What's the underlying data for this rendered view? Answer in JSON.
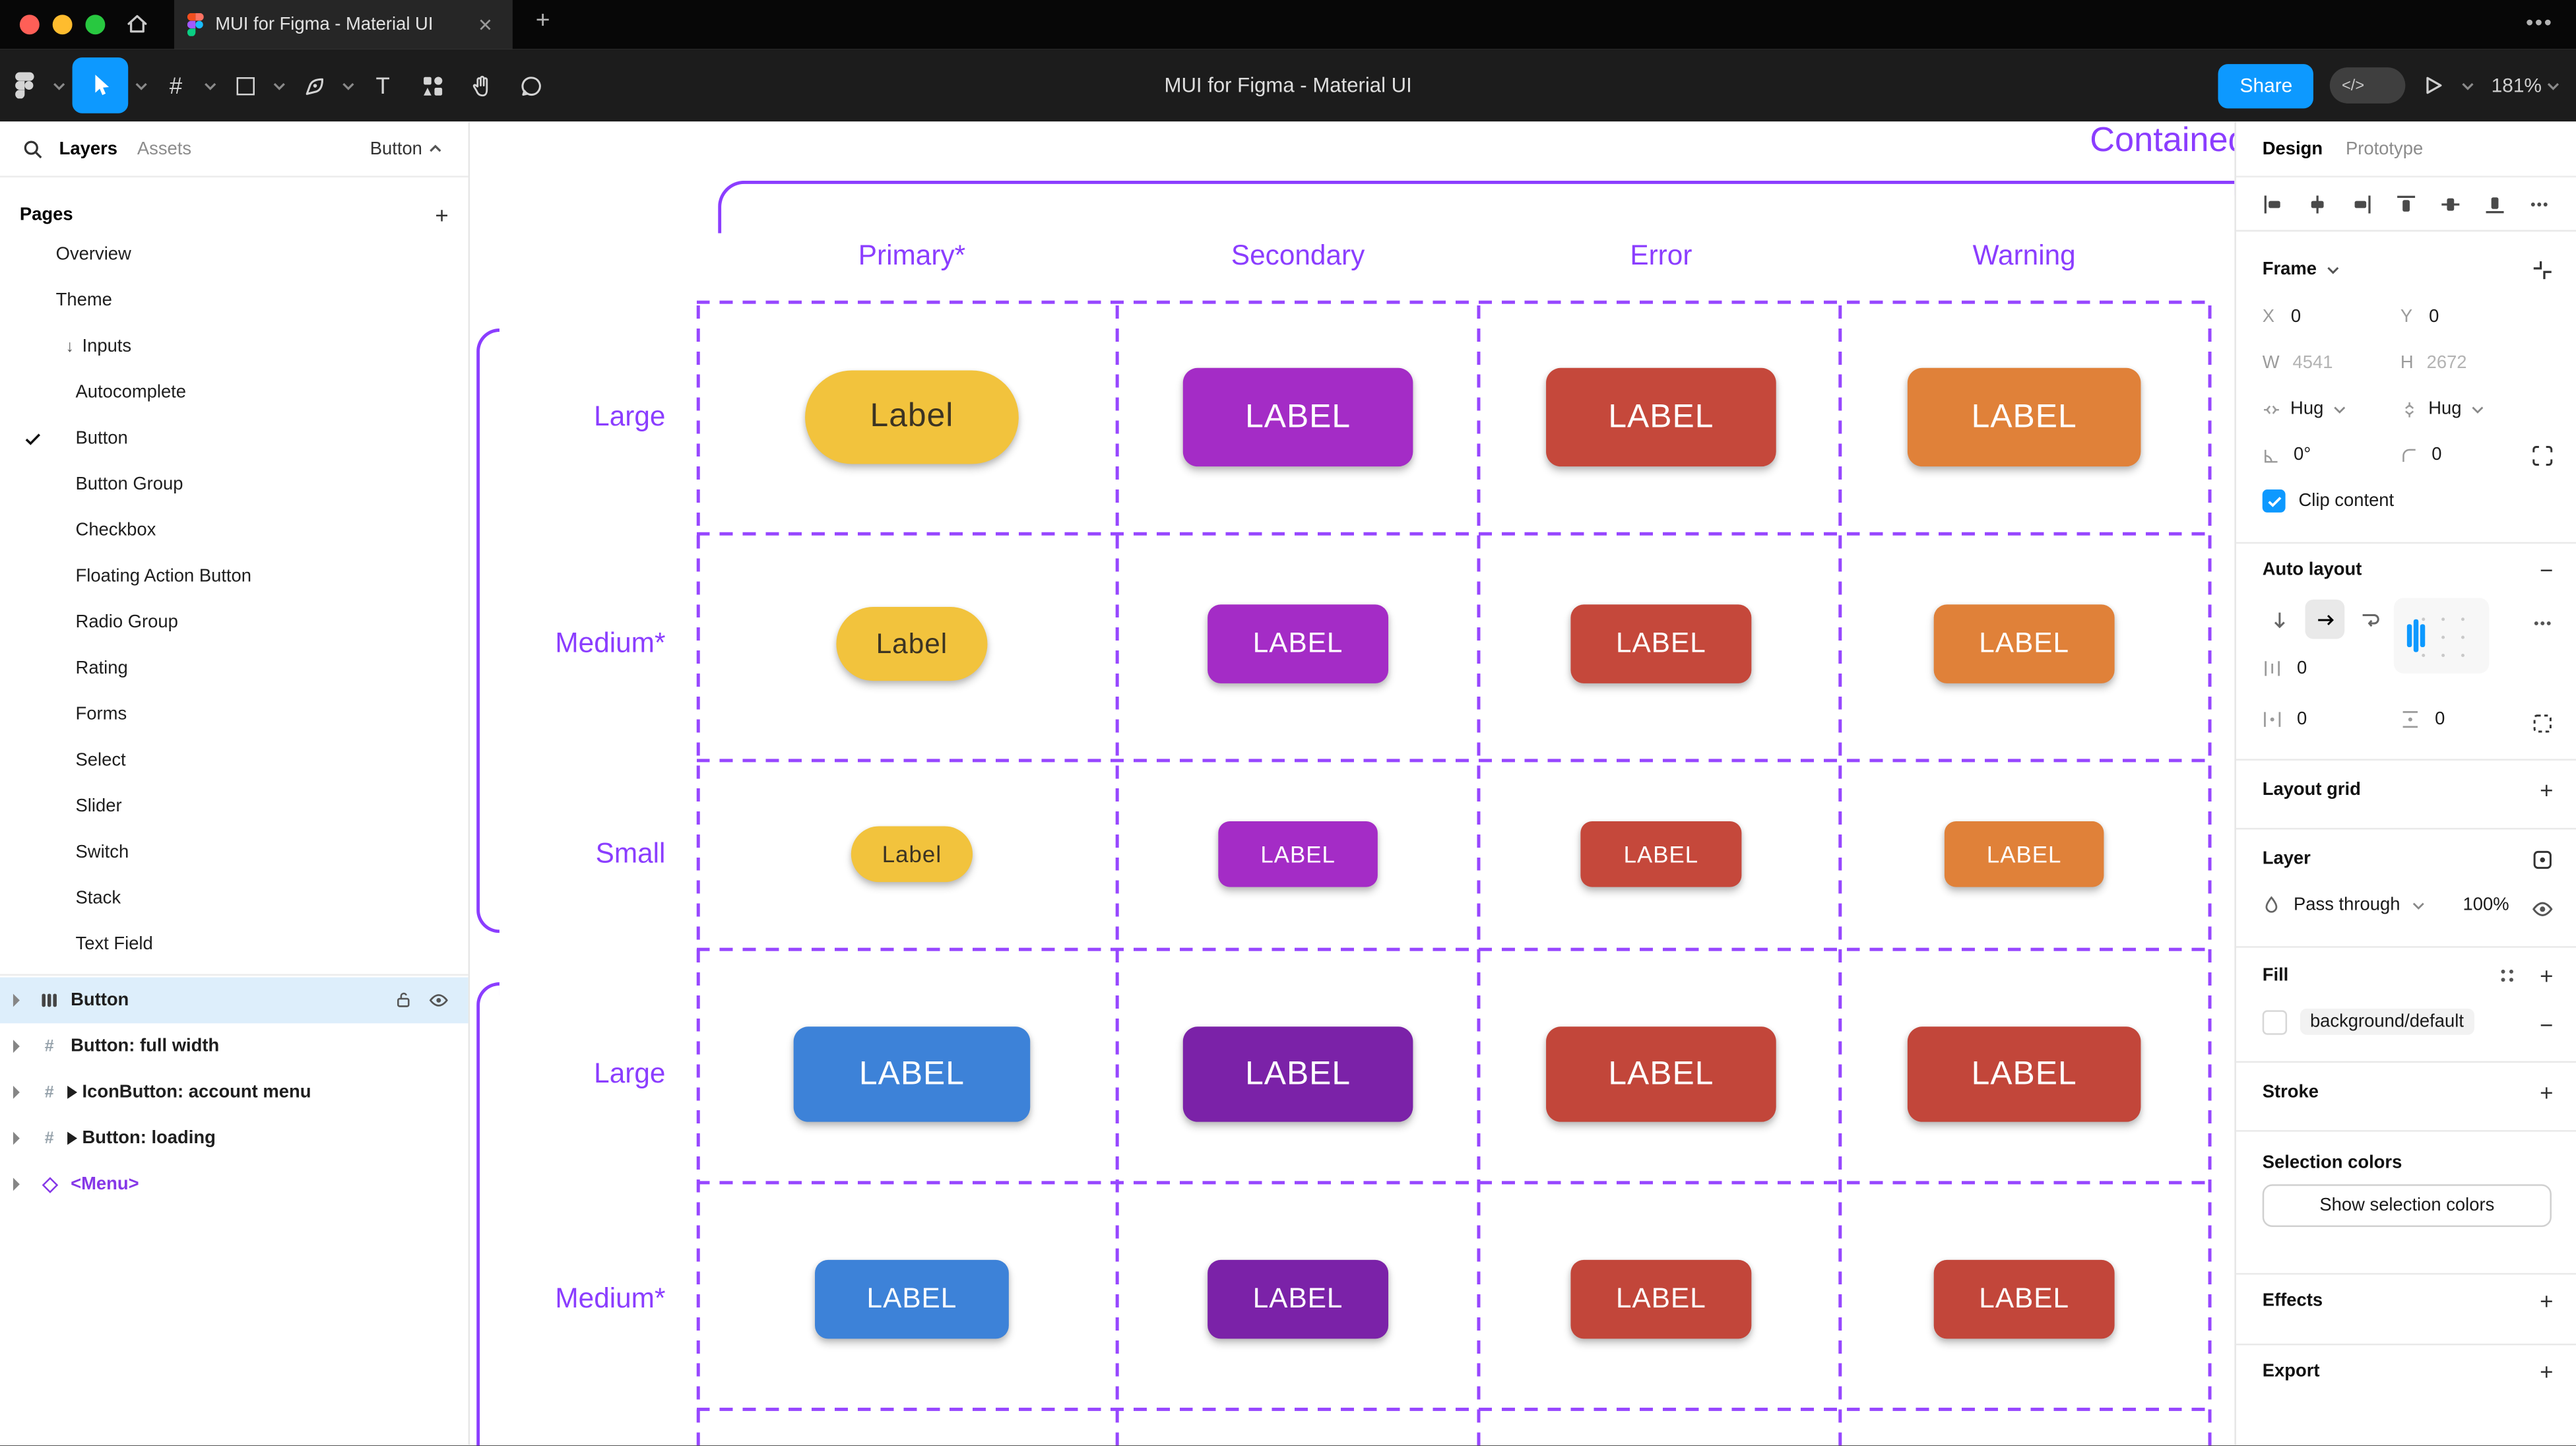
{
  "window": {
    "tab_title": "MUI for Figma - Material UI"
  },
  "toolbar": {
    "title": "MUI for Figma - Material UI",
    "share_label": "Share",
    "zoom_level": "181%"
  },
  "left_sidebar": {
    "tabs": [
      {
        "label": "Layers"
      },
      {
        "label": "Assets"
      }
    ],
    "page_selector": "Button",
    "pages_header": "Pages",
    "pages": [
      {
        "label": "Overview",
        "level": 0
      },
      {
        "label": "Theme",
        "level": 0
      },
      {
        "label": "Inputs",
        "level": 1,
        "expander": "down"
      },
      {
        "label": "Autocomplete",
        "level": 1
      },
      {
        "label": "Button",
        "level": 1,
        "current": true
      },
      {
        "label": "Button Group",
        "level": 1
      },
      {
        "label": "Checkbox",
        "level": 1
      },
      {
        "label": "Floating Action Button",
        "level": 1
      },
      {
        "label": "Radio Group",
        "level": 1
      },
      {
        "label": "Rating",
        "level": 1
      },
      {
        "label": "Forms",
        "level": 1
      },
      {
        "label": "Select",
        "level": 1
      },
      {
        "label": "Slider",
        "level": 1
      },
      {
        "label": "Switch",
        "level": 1
      },
      {
        "label": "Stack",
        "level": 1
      },
      {
        "label": "Text Field",
        "level": 1
      }
    ],
    "layers": [
      {
        "name": "Button",
        "icon": "auto-layout",
        "selected": true
      },
      {
        "name": "Button: full width",
        "icon": "frame"
      },
      {
        "name": "IconButton: account menu",
        "icon": "frame",
        "marker": true
      },
      {
        "name": "Button: loading",
        "icon": "frame",
        "marker": true
      },
      {
        "name": "<Menu>",
        "icon": "instance",
        "purple": true
      }
    ]
  },
  "canvas": {
    "section_title": "Contained",
    "accent_color": "#8b3dff",
    "columns": [
      "Primary*",
      "Secondary",
      "Error",
      "Warning"
    ],
    "rows": [
      {
        "label": "Large",
        "buttons": [
          {
            "text": "Label",
            "bg": "#f2c33d",
            "fg": "#3c3423",
            "w": 130,
            "h": 57,
            "pill": true,
            "fs": 20
          },
          {
            "text": "LABEL",
            "bg": "#a42cc6",
            "fg": "#ffffff",
            "w": 140,
            "h": 60,
            "r": 9,
            "fs": 20
          },
          {
            "text": "LABEL",
            "bg": "#c5483b",
            "fg": "#ffffff",
            "w": 140,
            "h": 60,
            "r": 9,
            "fs": 20
          },
          {
            "text": "LABEL",
            "bg": "#e08139",
            "fg": "#ffffff",
            "w": 142,
            "h": 60,
            "r": 9,
            "fs": 20
          }
        ]
      },
      {
        "label": "Medium*",
        "buttons": [
          {
            "text": "Label",
            "bg": "#f2c33d",
            "fg": "#3c3423",
            "w": 92,
            "h": 45,
            "pill": true,
            "fs": 17
          },
          {
            "text": "LABEL",
            "bg": "#a42cc6",
            "fg": "#ffffff",
            "w": 110,
            "h": 48,
            "r": 8,
            "fs": 17
          },
          {
            "text": "LABEL",
            "bg": "#c5483b",
            "fg": "#ffffff",
            "w": 110,
            "h": 48,
            "r": 8,
            "fs": 17
          },
          {
            "text": "LABEL",
            "bg": "#e08139",
            "fg": "#ffffff",
            "w": 110,
            "h": 48,
            "r": 8,
            "fs": 17
          }
        ]
      },
      {
        "label": "Small",
        "buttons": [
          {
            "text": "Label",
            "bg": "#f2c33d",
            "fg": "#3c3423",
            "w": 74,
            "h": 34,
            "pill": true,
            "fs": 14
          },
          {
            "text": "LABEL",
            "bg": "#a42cc6",
            "fg": "#ffffff",
            "w": 97,
            "h": 40,
            "r": 7,
            "fs": 14
          },
          {
            "text": "LABEL",
            "bg": "#c5483b",
            "fg": "#ffffff",
            "w": 98,
            "h": 40,
            "r": 7,
            "fs": 14
          },
          {
            "text": "LABEL",
            "bg": "#e08139",
            "fg": "#ffffff",
            "w": 97,
            "h": 40,
            "r": 7,
            "fs": 14
          }
        ]
      },
      {
        "label": "Large",
        "buttons": [
          {
            "text": "LABEL",
            "bg": "#3d82d8",
            "fg": "#ffffff",
            "w": 144,
            "h": 58,
            "r": 9,
            "fs": 20
          },
          {
            "text": "LABEL",
            "bg": "#7b22a8",
            "fg": "#ffffff",
            "w": 140,
            "h": 58,
            "r": 9,
            "fs": 20
          },
          {
            "text": "LABEL",
            "bg": "#c2463a",
            "fg": "#ffffff",
            "w": 140,
            "h": 58,
            "r": 9,
            "fs": 20
          },
          {
            "text": "LABEL",
            "bg": "#c2463a",
            "fg": "#ffffff",
            "w": 142,
            "h": 58,
            "r": 9,
            "fs": 20
          }
        ]
      },
      {
        "label": "Medium*",
        "buttons": [
          {
            "text": "LABEL",
            "bg": "#3d82d8",
            "fg": "#ffffff",
            "w": 118,
            "h": 48,
            "r": 8,
            "fs": 17
          },
          {
            "text": "LABEL",
            "bg": "#7b22a8",
            "fg": "#ffffff",
            "w": 110,
            "h": 48,
            "r": 8,
            "fs": 17
          },
          {
            "text": "LABEL",
            "bg": "#c2463a",
            "fg": "#ffffff",
            "w": 110,
            "h": 48,
            "r": 8,
            "fs": 17
          },
          {
            "text": "LABEL",
            "bg": "#c2463a",
            "fg": "#ffffff",
            "w": 110,
            "h": 48,
            "r": 8,
            "fs": 17
          }
        ]
      }
    ]
  },
  "right_panel": {
    "tabs": {
      "design": "Design",
      "prototype": "Prototype"
    },
    "frame": {
      "header": "Frame",
      "x_label": "X",
      "x_value": "0",
      "y_label": "Y",
      "y_value": "0",
      "w_label": "W",
      "w_value": "4541",
      "h_label": "H",
      "h_value": "2672",
      "hug_h": "Hug",
      "hug_v": "Hug",
      "rotation": "0°",
      "radius": "0",
      "clip_label": "Clip content"
    },
    "auto_layout": {
      "header": "Auto layout",
      "gap": "0",
      "padding_h": "0",
      "padding_v": "0"
    },
    "layout_grid": {
      "header": "Layout grid"
    },
    "layer": {
      "header": "Layer",
      "blend_mode": "Pass through",
      "opacity": "100%"
    },
    "fill": {
      "header": "Fill",
      "value": "background/default"
    },
    "stroke": {
      "header": "Stroke"
    },
    "selection_colors": {
      "header": "Selection colors",
      "button_label": "Show selection colors"
    },
    "effects": {
      "header": "Effects"
    },
    "export": {
      "header": "Export"
    },
    "accent_color": "#0d99ff"
  }
}
